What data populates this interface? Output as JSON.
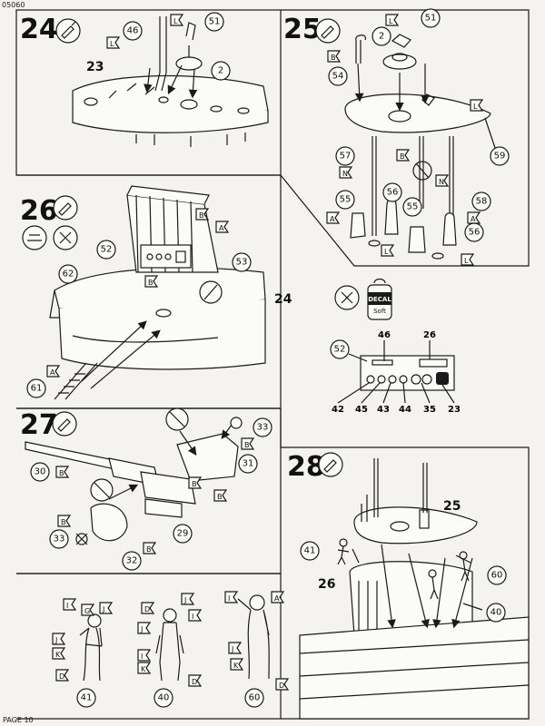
{
  "header": {
    "product_code": "05060"
  },
  "footer": {
    "page_label": "PAGE 10"
  },
  "steps": {
    "s24": {
      "number": "24",
      "callouts": {
        "c46": "46",
        "c51": "51",
        "c2": "2"
      },
      "labels": {
        "l23": "23"
      },
      "flags": {
        "f1": "L",
        "f2": "L"
      }
    },
    "s25": {
      "number": "25",
      "callouts": {
        "c2": "2",
        "c51": "51",
        "c54": "54",
        "c57": "57",
        "c55a": "55",
        "c56a": "56",
        "c55b": "55",
        "c58": "58",
        "c56b": "56",
        "c59": "59"
      },
      "flags": {
        "fL1": "L",
        "fB1": "B",
        "fL2": "L",
        "fB2": "B",
        "fN1": "N",
        "fN2": "N",
        "fA1": "A",
        "fA2": "A",
        "fL3": "L",
        "fL4": "L"
      }
    },
    "s26": {
      "number": "26",
      "callouts": {
        "c52": "52",
        "c53": "53",
        "c62": "62",
        "c61": "61"
      },
      "labels": {
        "l24": "24"
      },
      "flags": {
        "fB1": "B",
        "fA1": "A",
        "fB2": "B",
        "fA2": "A"
      }
    },
    "decal": {
      "brand": "DECAL",
      "sub": "Soft",
      "callouts": {
        "c52": "52"
      },
      "labels": {
        "l46": "46",
        "l26": "26",
        "l42": "42",
        "l45": "45",
        "l43": "43",
        "l44": "44",
        "l35": "35",
        "l23": "23"
      }
    },
    "s27": {
      "number": "27",
      "callouts": {
        "c33a": "33",
        "c31": "31",
        "c30": "30",
        "c29": "29",
        "c33b": "33",
        "c32": "32"
      },
      "flags": {
        "fB1": "B",
        "fB2": "B",
        "fB3": "B",
        "fB4": "B",
        "fB5": "B",
        "fB6": "B"
      }
    },
    "s28": {
      "number": "28",
      "callouts": {
        "c41": "41",
        "c60": "60",
        "c40": "40"
      },
      "labels": {
        "l25": "25",
        "l26": "26"
      }
    },
    "figures": {
      "f41": {
        "callout": "41",
        "flags": [
          "I",
          "G",
          "J",
          "J",
          "K",
          "D"
        ]
      },
      "f40": {
        "callout": "40",
        "flags": [
          "D",
          "J",
          "I",
          "J",
          "I",
          "K",
          "D"
        ]
      },
      "f60": {
        "callout": "60",
        "flags": [
          "I",
          "A",
          "J",
          "K",
          "D"
        ]
      }
    }
  }
}
